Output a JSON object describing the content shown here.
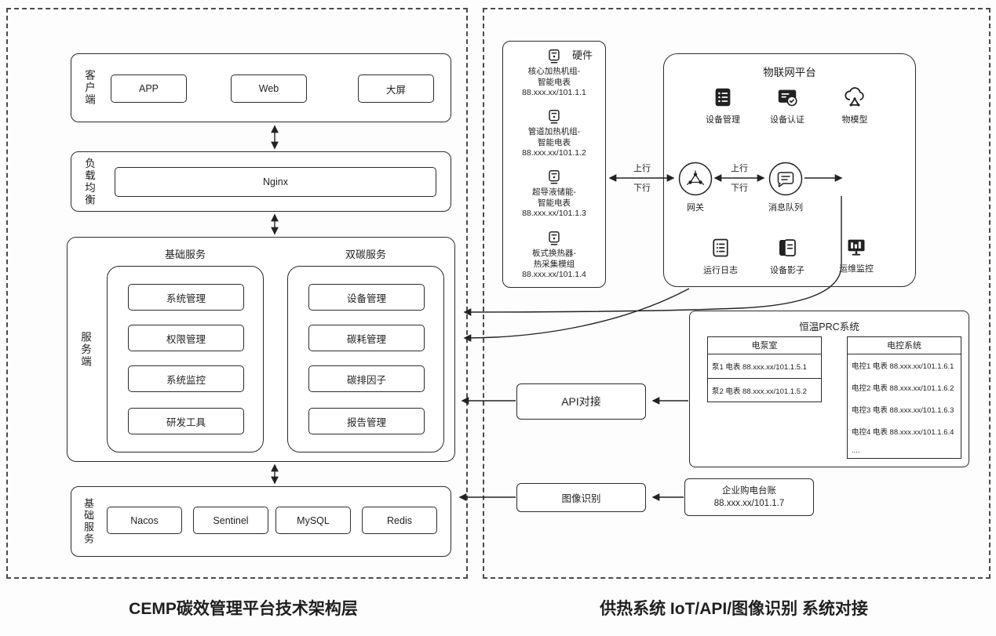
{
  "captions": {
    "left": "CEMP碳效管理平台技术架构层",
    "right": "供热系统 IoT/API/图像识别 系统对接"
  },
  "colors": {
    "stroke": "#2b2b2b",
    "text": "#222222",
    "background": "#fdfdfd"
  },
  "icons": {
    "hardware_device": "smart-meter-icon",
    "iot_top": [
      "device-management-icon",
      "device-auth-icon",
      "thing-model-icon"
    ],
    "gateway": "gateway-hub-icon",
    "queue": "message-queue-icon",
    "iot_bottom": [
      "run-log-icon",
      "device-shadow-icon",
      "ops-monitor-icon"
    ]
  },
  "left": {
    "client": {
      "label": "客户端",
      "items": [
        "APP",
        "Web",
        "大屏"
      ]
    },
    "load_balancer": {
      "label": "负载均衡",
      "items": [
        "Nginx"
      ]
    },
    "server": {
      "label": "服务端",
      "basic": {
        "title": "基础服务",
        "items": [
          "系统管理",
          "权限管理",
          "系统监控",
          "研发工具"
        ]
      },
      "carbon": {
        "title": "双碳服务",
        "items": [
          "设备管理",
          "碳耗管理",
          "碳排因子",
          "报告管理"
        ]
      }
    },
    "infra": {
      "label": "基础服务",
      "items": [
        "Nacos",
        "Sentinel",
        "MySQL",
        "Redis"
      ]
    }
  },
  "right": {
    "hardware": {
      "title": "硬件",
      "devices": [
        {
          "line1": "核心加热机组-",
          "line2": "智能电表",
          "addr": "88.xxx.xx/101.1.1"
        },
        {
          "line1": "管道加热机组-",
          "line2": "智能电表",
          "addr": "88.xxx.xx/101.1.2"
        },
        {
          "line1": "超导液储能-",
          "line2": "智能电表",
          "addr": "88.xxx.xx/101.1.3"
        },
        {
          "line1": "板式换热器-",
          "line2": "热采集模组",
          "addr": "88.xxx.xx/101.1.4"
        }
      ]
    },
    "iot": {
      "title": "物联网平台",
      "top_icons": [
        "设备管理",
        "设备认证",
        "物模型"
      ],
      "gateway": "网关",
      "queue": "消息队列",
      "flow": {
        "up": "上行",
        "down": "下行"
      },
      "bottom_icons": [
        "运行日志",
        "设备影子",
        "运维监控"
      ]
    },
    "prc": {
      "title": "恒温PRC系统",
      "pump_room": {
        "title": "电泵室",
        "rows": [
          "泵1 电表 88.xxx.xx/101.1.5.1",
          "泵2 电表 88.xxx.xx/101.1.5.2"
        ]
      },
      "control": {
        "title": "电控系统",
        "rows": [
          "电控1 电表 88.xxx.xx/101.1.6.1",
          "电控2 电表 88.xxx.xx/101.1.6.2",
          "电控3 电表 88.xxx.xx/101.1.6.3",
          "电控4 电表 88.xxx.xx/101.1.6.4",
          "...."
        ]
      }
    },
    "api_label": "API对接",
    "image_label": "图像识别",
    "ledger": {
      "line1": "企业购电台账",
      "line2": "88.xxx.xx/101.1.7"
    }
  }
}
